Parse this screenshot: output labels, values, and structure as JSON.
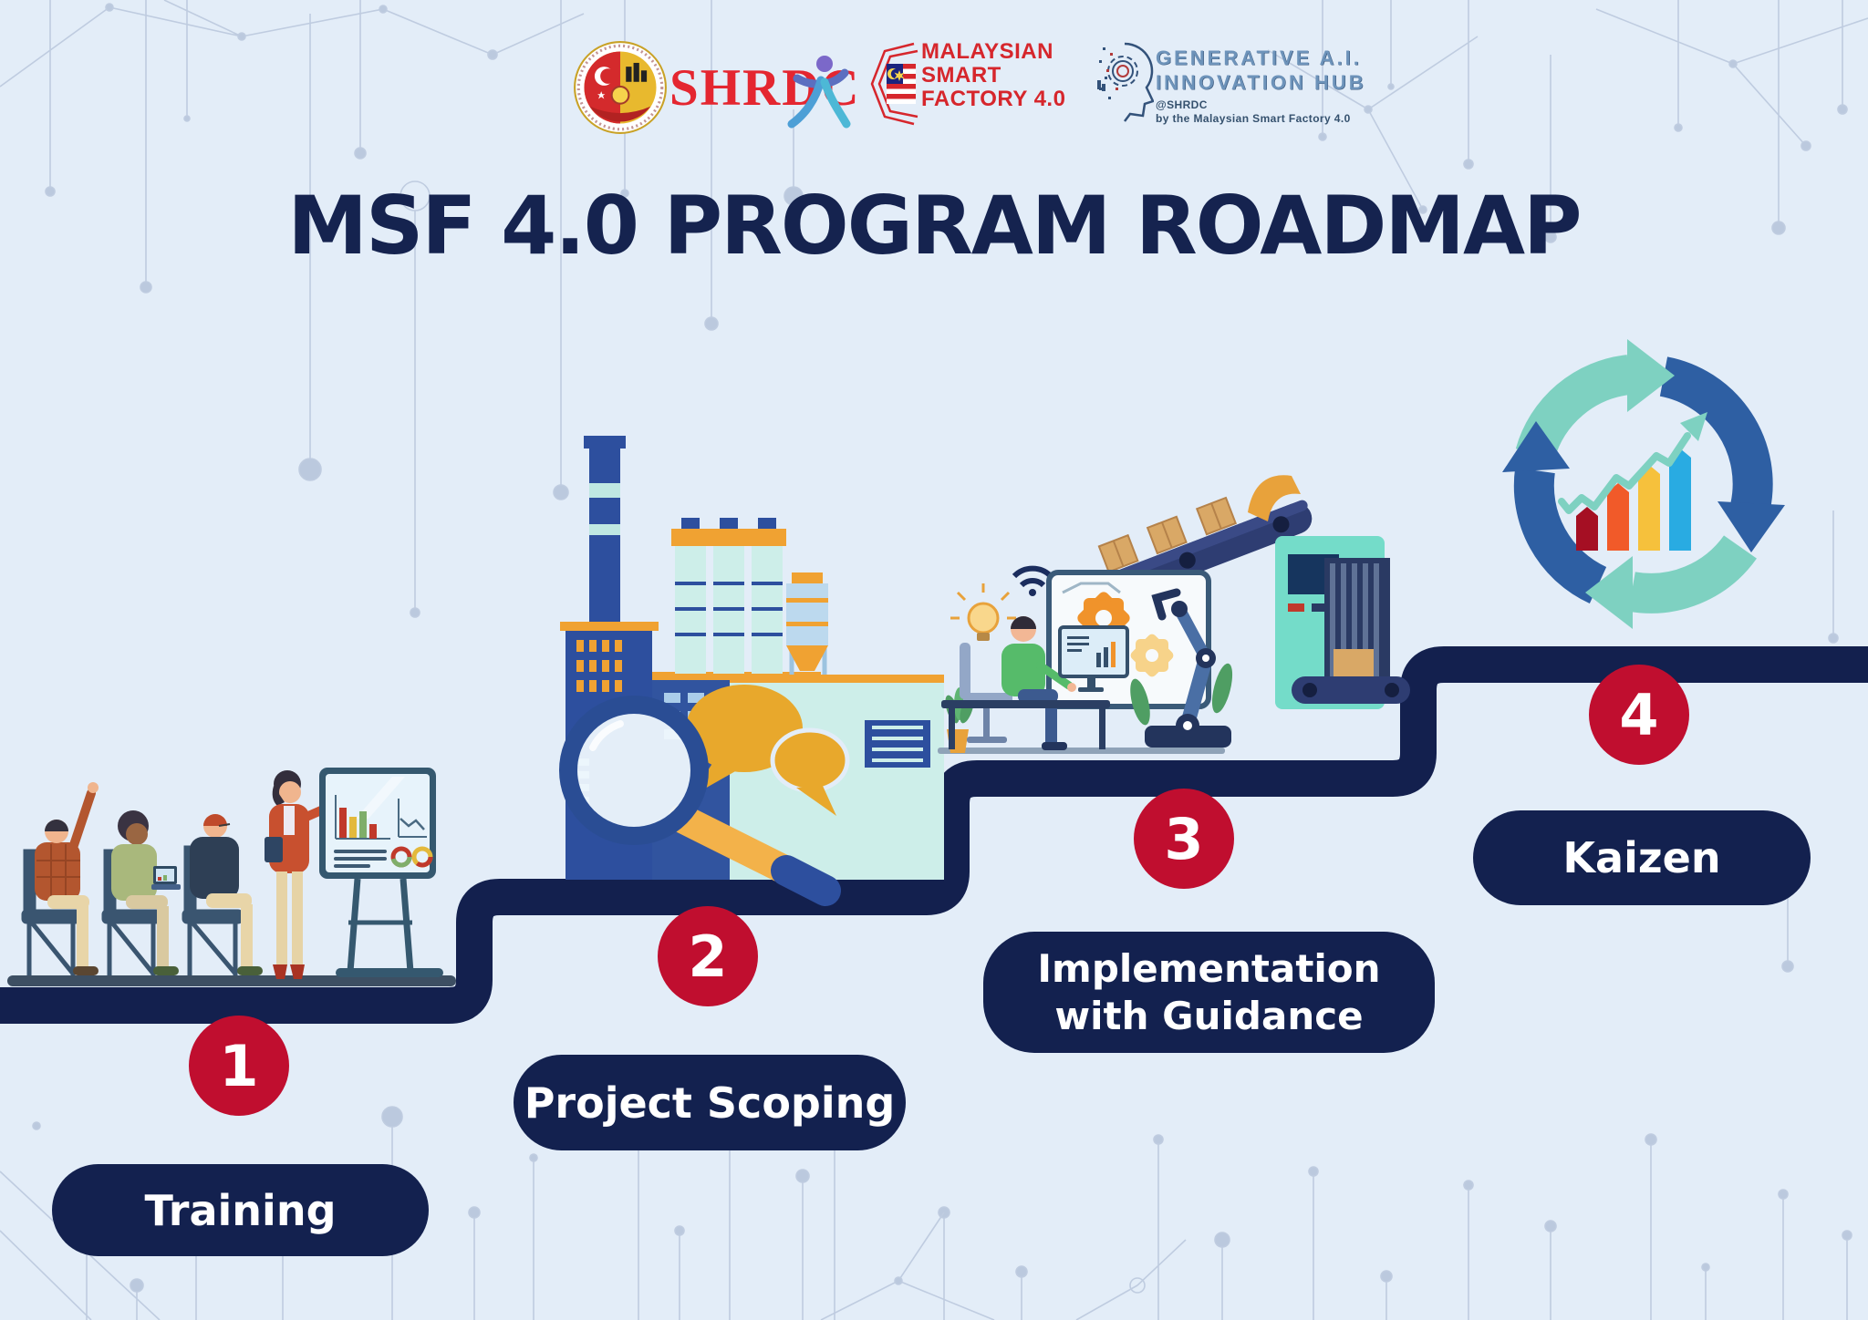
{
  "title": "MSF 4.0 PROGRAM ROADMAP",
  "header": {
    "shrdc": {
      "name": "SHRDC"
    },
    "msf": {
      "line1": "MALAYSIAN",
      "line2": "SMART",
      "line3": "FACTORY 4.0"
    },
    "genai": {
      "line1": "GENERATIVE A.I.",
      "line2": "INNOVATION HUB",
      "tag": "@SHRDC",
      "byline": "by the Malaysian Smart Factory 4.0"
    }
  },
  "steps": [
    {
      "number": "1",
      "label": "Training"
    },
    {
      "number": "2",
      "label": "Project Scoping"
    },
    {
      "number": "3",
      "label": "Implementation with Guidance",
      "lines": [
        "Implementation",
        "with Guidance"
      ]
    },
    {
      "number": "4",
      "label": "Kaizen"
    }
  ],
  "colors": {
    "background": "#e3edf8",
    "navy": "#13214f",
    "title_navy": "#15234f",
    "step_number_red": "#c00e2f",
    "kaizen_teal": "#7ed1c1",
    "kaizen_blue": "#2e5fa3",
    "bar_dark_red": "#a50f23",
    "bar_orange": "#f15a29",
    "bar_yellow": "#f6c13c",
    "bar_blue": "#29abe2",
    "factory_blue": "#2d4f9e",
    "factory_mint": "#cdeee9",
    "accent_orange": "#f0a232",
    "bubble_yellow": "#e8a82c",
    "shrdc_red": "#e42630",
    "msf_red": "#d6262c",
    "genai_steel_blue": "#6d93ba"
  },
  "illustrations": {
    "step1": "classroom-training-scene",
    "step2": "factory-with-magnifier-and-speech-bubbles",
    "step3": "engineer-with-robot-arm-conveyor-and-machine",
    "step4": "kaizen-cycle-arrows-with-growth-chart"
  }
}
